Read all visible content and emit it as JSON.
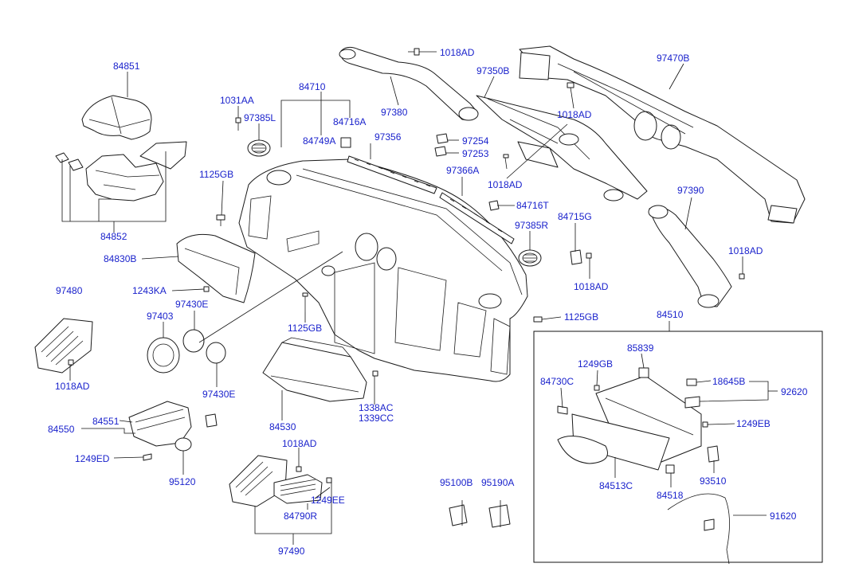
{
  "colors": {
    "label": "#1a22cc",
    "line": "#1a1a1a",
    "background": "#ffffff"
  },
  "labels": {
    "84851": "84851",
    "84852": "84852",
    "1031AA": "1031AA",
    "97385L": "97385L",
    "84710": "84710",
    "84716A": "84716A",
    "84749A": "84749A",
    "97356": "97356",
    "1125GB_a": "1125GB",
    "84830B": "84830B",
    "1243KA": "1243KA",
    "97480": "97480",
    "97430E_a": "97430E",
    "97403": "97403",
    "97430E_b": "97430E",
    "1018AD_a": "1018AD",
    "1125GB_b": "1125GB",
    "84530": "84530",
    "1338AC": "1338AC",
    "1339CC": "1339CC",
    "84551": "84551",
    "84550": "84550",
    "1249ED": "1249ED",
    "95120": "95120",
    "1018AD_b": "1018AD",
    "1249EE": "1249EE",
    "84790R": "84790R",
    "97490": "97490",
    "95100B": "95100B",
    "95190A": "95190A",
    "1018AD_c": "1018AD",
    "97380": "97380",
    "97350B": "97350B",
    "1018AD_d": "1018AD",
    "97470B": "97470B",
    "97254": "97254",
    "97253": "97253",
    "97366A": "97366A",
    "1018AD_e": "1018AD",
    "84716T": "84716T",
    "97385R": "97385R",
    "97390": "97390",
    "84715G": "84715G",
    "1018AD_f": "1018AD",
    "1018AD_g": "1018AD",
    "1125GB_c": "1125GB",
    "84510": "84510",
    "85839": "85839",
    "1249GB": "1249GB",
    "84730C": "84730C",
    "18645B": "18645B",
    "92620": "92620",
    "1249EB": "1249EB",
    "84513C": "84513C",
    "84518": "84518",
    "93510": "93510",
    "91620": "91620"
  }
}
